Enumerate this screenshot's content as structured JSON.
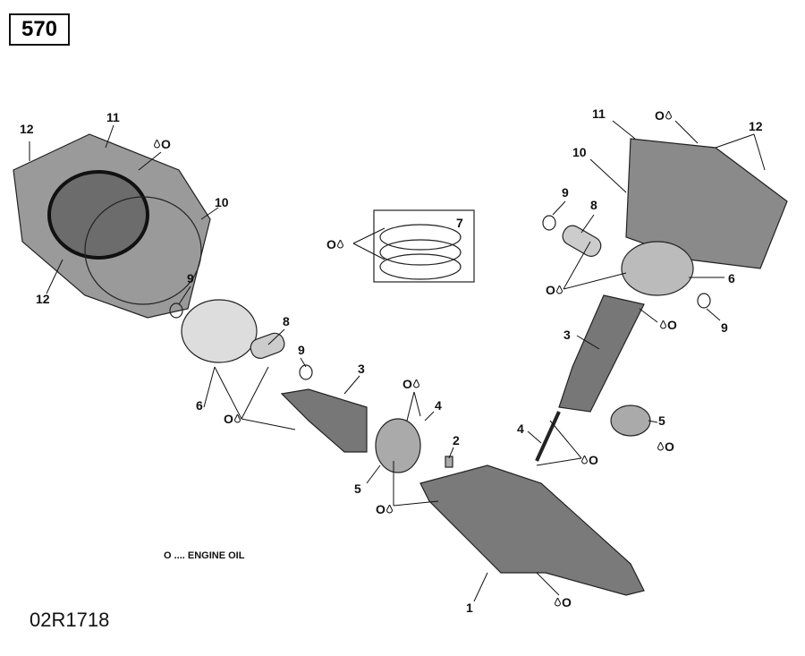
{
  "diagram_number": "570",
  "drawing_code": "02R1718",
  "legend": "O .... ENGINE OIL",
  "oil_symbol": "O",
  "part_labels": {
    "p1": "1",
    "p2": "2",
    "p3": "3",
    "p4": "4",
    "p5": "5",
    "p6": "6",
    "p7": "7",
    "p8": "8",
    "p9": "9",
    "p10": "10",
    "p11": "11",
    "p12": "12"
  },
  "icons": {
    "oil": "oil-drop-icon"
  }
}
